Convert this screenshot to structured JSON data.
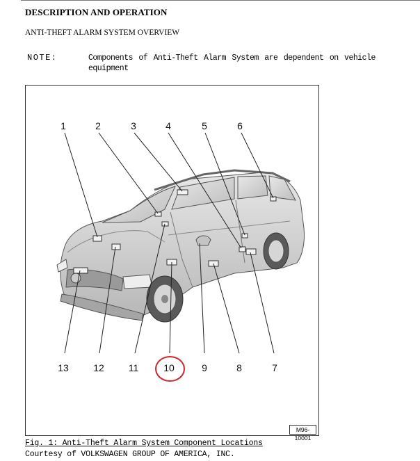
{
  "header": {
    "section_title": "DESCRIPTION AND OPERATION",
    "subsection_title": "ANTI-THEFT ALARM SYSTEM OVERVIEW"
  },
  "note": {
    "label": "NOTE:",
    "text": "Components of Anti-Theft Alarm System are dependent on vehicle equipment"
  },
  "figure": {
    "callouts": [
      "1",
      "2",
      "3",
      "4",
      "5",
      "6",
      "7",
      "8",
      "9",
      "10",
      "11",
      "12",
      "13"
    ],
    "highlighted_callout": "10",
    "highlight_color": "#d4262a",
    "reference_id": "M96-10001",
    "caption": "Fig. 1: Anti-Theft Alarm System Component Locations",
    "courtesy": "Courtesy of VOLKSWAGEN GROUP OF AMERICA, INC."
  }
}
